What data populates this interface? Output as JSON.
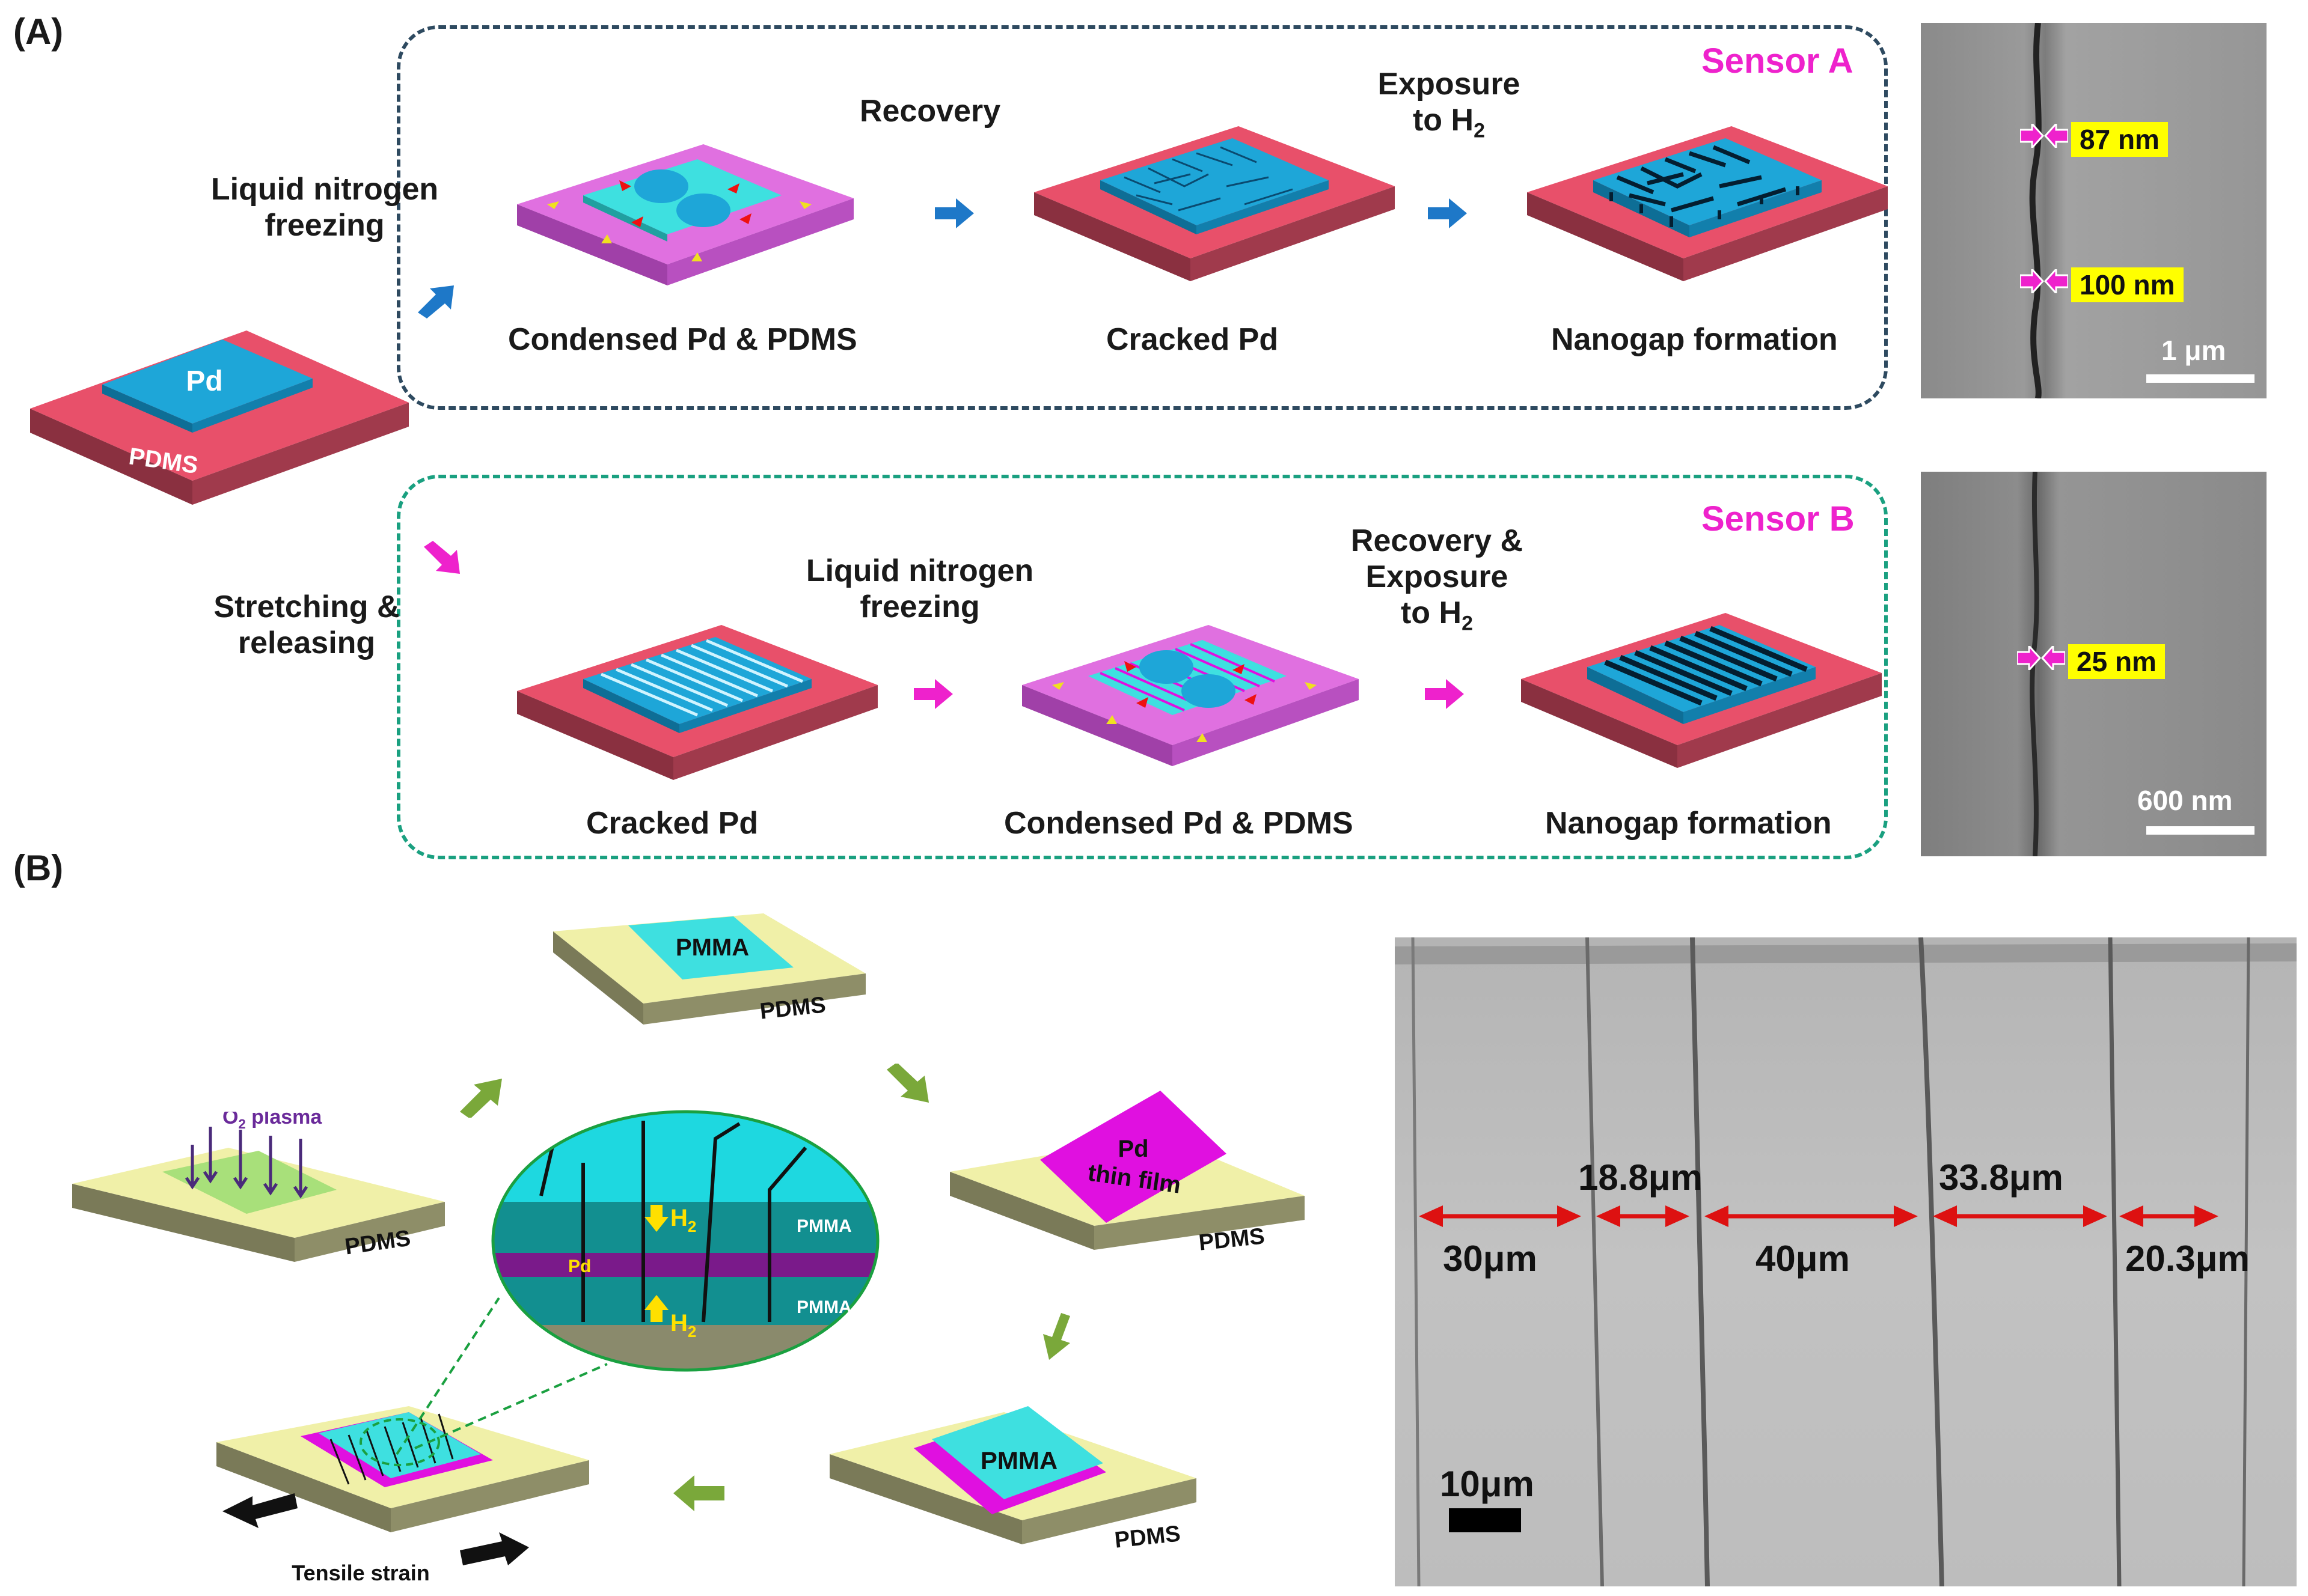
{
  "panelA": {
    "letter": "(A)",
    "base_device": {
      "film": "Pd",
      "substrate": "PDMS"
    },
    "sensorA": {
      "title": "Sensor A",
      "branch_label_line1": "Liquid nitrogen",
      "branch_label_line2": "freezing",
      "arrow1_label": "Recovery",
      "arrow2_label_line1": "Exposure",
      "arrow2_label_line2": "to H",
      "arrow2_label_sub": "2",
      "captions": [
        "Condensed Pd & PDMS",
        "Cracked Pd",
        "Nanogap formation"
      ],
      "sem": {
        "gap1": "87 nm",
        "gap2": "100 nm",
        "scale": "1 μm"
      }
    },
    "sensorB": {
      "title": "Sensor B",
      "branch_label_line1": "Stretching &",
      "branch_label_line2": "releasing",
      "arrow1_label_line1": "Liquid nitrogen",
      "arrow1_label_line2": "freezing",
      "arrow2_label_line1": "Recovery &",
      "arrow2_label_line2": "Exposure",
      "arrow2_label_line3": "to H",
      "arrow2_label_sub": "2",
      "captions": [
        "Cracked Pd",
        "Condensed Pd & PDMS",
        "Nanogap formation"
      ],
      "sem": {
        "gap1": "25 nm",
        "scale": "600 nm"
      }
    }
  },
  "panelB": {
    "letter": "(B)",
    "top_device": {
      "film": "PMMA",
      "substrate": "PDMS"
    },
    "left_device": {
      "plasma": "O",
      "plasma_sub": "2",
      "plasma_rest": " plasma",
      "substrate": "PDMS"
    },
    "right_device": {
      "film_line1": "Pd",
      "film_line2": "thin film",
      "substrate": "PDMS"
    },
    "bottom_right_device": {
      "film": "PMMA",
      "substrate": "PDMS"
    },
    "bottom_left_device": {
      "strain": "Tensile strain"
    },
    "zoom": {
      "h2": "H",
      "h2_sub": "2",
      "pmma_top": "PMMA",
      "pd": "Pd",
      "pmma_bottom": "PMMA"
    },
    "sem": {
      "measurements": [
        "30μm",
        "18.8μm",
        "40μm",
        "33.8μm",
        "20.3μm"
      ],
      "scale": "10μm"
    }
  },
  "colors": {
    "substrate_red": "#e8506a",
    "substrate_dark": "#8a3040",
    "pd_blue": "#1ea6d8",
    "pdms_pink": "#e070e0",
    "cyan": "#3ee0e0",
    "magenta": "#e010e0",
    "yellow_green": "#f0f0a8",
    "olive": "#7a7a58",
    "box_a": "#2e4a60",
    "box_b": "#1aa080",
    "sensor_title": "#ee22cc",
    "arrow_blue": "#1e78c8",
    "arrow_pink": "#ee22cc",
    "arrow_green": "#7aa83a",
    "measure_red": "#dd1111"
  }
}
